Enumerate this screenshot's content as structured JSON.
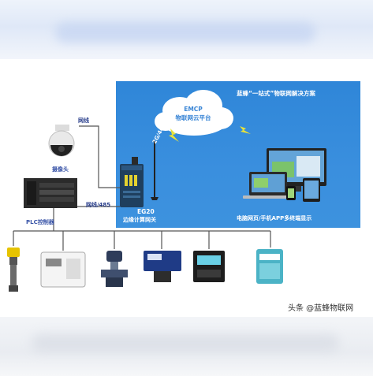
{
  "panel": {
    "title": "蓝蜂“一站式”物联网解决方案",
    "cloud_line1": "EMCP",
    "cloud_line2": "物联网云平台",
    "network": "2G/4G",
    "display_label": "电脑网页/手机APP多终端显示"
  },
  "gateway": {
    "name": "EG20",
    "desc": "边缘计算网关"
  },
  "devices": {
    "camera_label": "摄像头",
    "plc_label": "PLC控制器",
    "link_camera": "网线",
    "link_plc": "网线/485"
  },
  "watermark": "头条 @蓝蜂物联网",
  "colors": {
    "panel": "#3a8fde",
    "label": "#3a55a8",
    "line": "#555555"
  }
}
